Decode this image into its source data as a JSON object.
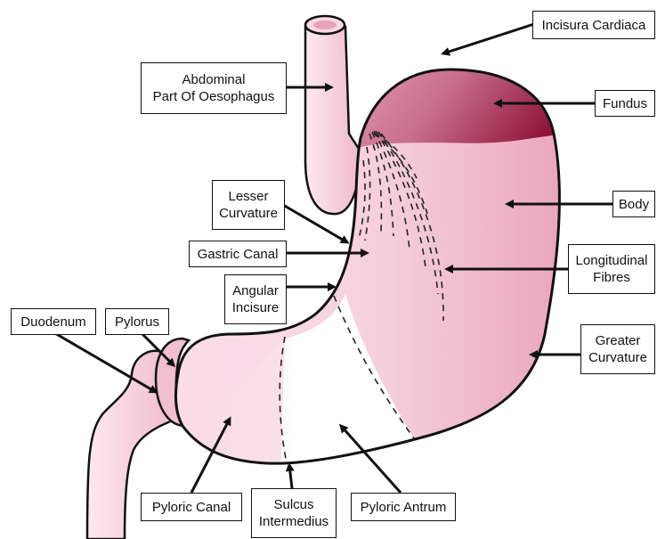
{
  "colors": {
    "tissue_fill": "#f5cfdb",
    "tissue_fill_dark": "#eaa7bd",
    "fundus_dark": "#8e1238",
    "fundus_mid": "#c86f8e",
    "outline": "#111111",
    "antrum_fill": "#ffffff"
  },
  "labels": {
    "incisura_cardiaca": [
      "Incisura Cardiaca"
    ],
    "abdominal_oesophagus": [
      "Abdominal",
      "Part Of Oesophagus"
    ],
    "fundus": [
      "Fundus"
    ],
    "body": [
      "Body"
    ],
    "lesser_curvature": [
      "Lesser",
      "Curvature"
    ],
    "gastric_canal": [
      "Gastric Canal"
    ],
    "longitudinal_fibres": [
      "Longitudinal",
      "Fibres"
    ],
    "angular_incisure": [
      "Angular",
      "Incisure"
    ],
    "duodenum": [
      "Duodenum"
    ],
    "pylorus": [
      "Pylorus"
    ],
    "greater_curvature": [
      "Greater",
      "Curvature"
    ],
    "pyloric_canal": [
      "Pyloric Canal"
    ],
    "sulcus_intermedius": [
      "Sulcus",
      "Intermedius"
    ],
    "pyloric_antrum": [
      "Pyloric Antrum"
    ]
  }
}
